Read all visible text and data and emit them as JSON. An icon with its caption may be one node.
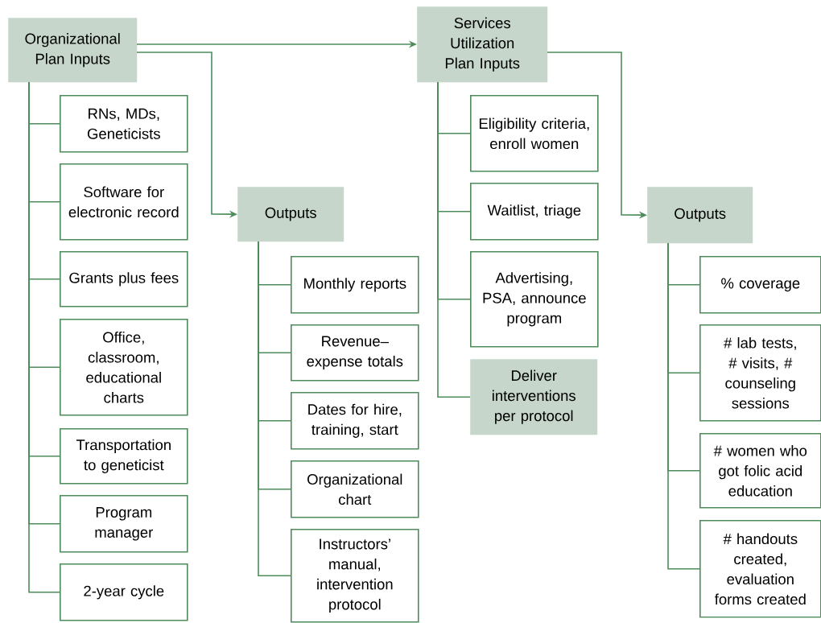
{
  "diagram": {
    "nodes": [
      {
        "text": [
          "Organizational Plan Inputs"
        ]
      },
      {
        "text": [
          "RNs, MDs, Geneticists"
        ]
      },
      {
        "text": [
          "Software for electronic record"
        ]
      },
      {
        "text": [
          "Grants plus fees"
        ]
      },
      {
        "text": [
          "Office, classroom, educational charts"
        ]
      },
      {
        "text": [
          "Transportation to geneticist"
        ]
      },
      {
        "text": [
          "Program manager"
        ]
      },
      {
        "text": [
          "2-year cycle"
        ]
      },
      {
        "text": [
          "Outputs"
        ]
      },
      {
        "text": [
          "Monthly reports"
        ]
      },
      {
        "text": [
          "Revenue– expense totals"
        ]
      },
      {
        "text": [
          "Dates for hire, training, start"
        ]
      },
      {
        "text": [
          "Organizational chart"
        ]
      },
      {
        "text": [
          "Instructors’ manual, intervention protocol"
        ]
      },
      {
        "text": [
          "Services Utilization Plan Inputs"
        ]
      },
      {
        "text": [
          "Eligibility criteria, enroll women"
        ]
      },
      {
        "text": [
          "Waitlist, triage"
        ]
      },
      {
        "text": [
          "Advertising, PSA, announce program"
        ]
      },
      {
        "text": [
          "Deliver interventions per protocol"
        ]
      },
      {
        "text": [
          "Outputs"
        ]
      },
      {
        "text": [
          "% coverage"
        ]
      },
      {
        "text": [
          "# lab tests, # visits, # counseling sessions"
        ]
      },
      {
        "text": [
          "# women who got folic acid education"
        ]
      },
      {
        "text": [
          "# handouts created, evaluation forms created"
        ]
      }
    ],
    "edges": [
      {
        "from": 0,
        "to": 14,
        "arrow": "to"
      },
      {
        "from": 0,
        "to": 8,
        "arrow": "to"
      },
      {
        "from": 14,
        "to": 19,
        "arrow": "to"
      },
      {
        "from": 0,
        "to": 1,
        "arrow": "none"
      },
      {
        "from": 0,
        "to": 2,
        "arrow": "none"
      },
      {
        "from": 0,
        "to": 3,
        "arrow": "none"
      },
      {
        "from": 0,
        "to": 4,
        "arrow": "none"
      },
      {
        "from": 0,
        "to": 5,
        "arrow": "none"
      },
      {
        "from": 0,
        "to": 6,
        "arrow": "none"
      },
      {
        "from": 0,
        "to": 7,
        "arrow": "none"
      },
      {
        "from": 8,
        "to": 9,
        "arrow": "none"
      },
      {
        "from": 8,
        "to": 10,
        "arrow": "none"
      },
      {
        "from": 8,
        "to": 11,
        "arrow": "none"
      },
      {
        "from": 8,
        "to": 12,
        "arrow": "none"
      },
      {
        "from": 8,
        "to": 13,
        "arrow": "none"
      },
      {
        "from": 14,
        "to": 15,
        "arrow": "none"
      },
      {
        "from": 14,
        "to": 16,
        "arrow": "none"
      },
      {
        "from": 14,
        "to": 17,
        "arrow": "none"
      },
      {
        "from": 14,
        "to": 18,
        "arrow": "none"
      },
      {
        "from": 19,
        "to": 20,
        "arrow": "none"
      },
      {
        "from": 19,
        "to": 21,
        "arrow": "none"
      },
      {
        "from": 19,
        "to": 22,
        "arrow": "none"
      },
      {
        "from": 19,
        "to": 23,
        "arrow": "none"
      }
    ]
  }
}
